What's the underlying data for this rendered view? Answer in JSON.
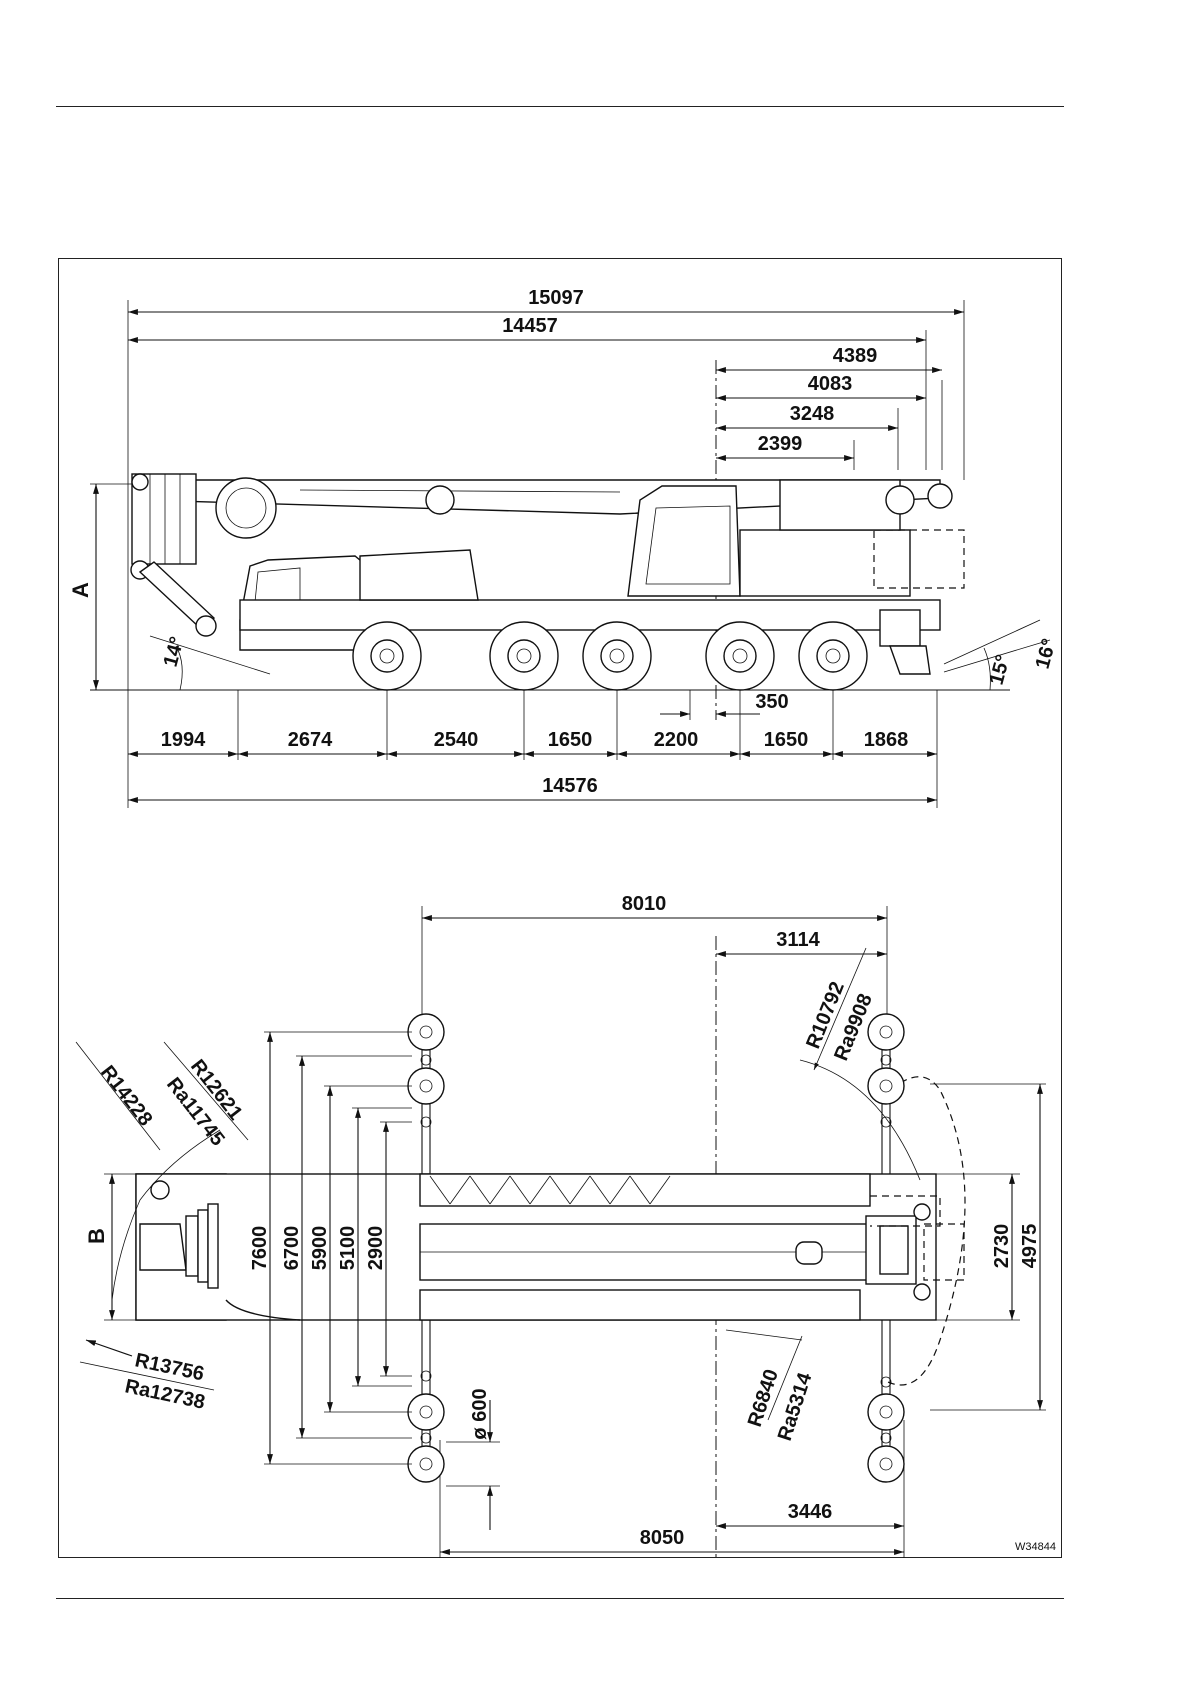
{
  "drawing_code": "W34844",
  "side_view": {
    "top_dims": [
      "15097",
      "14457",
      "4389",
      "4083",
      "3248",
      "2399"
    ],
    "height_label": "A",
    "angles": [
      "14°",
      "15°",
      "16°"
    ],
    "offset_dim": "350",
    "bottom_dims": [
      "1994",
      "2674",
      "2540",
      "1650",
      "2200",
      "1650",
      "1868"
    ],
    "overall_length": "14576"
  },
  "top_view": {
    "top_dims": [
      "8010",
      "3114"
    ],
    "width_label": "B",
    "radii": {
      "front_outer": "R14228",
      "front_mid_r": "R12621",
      "front_mid_ra": "Ra11745",
      "rear_r": "R10792",
      "rear_ra": "Ra9908",
      "front_low_r": "R13756",
      "front_low_ra": "Ra12738",
      "center_r": "R6840",
      "center_ra": "Ra5314"
    },
    "outrigger_widths": [
      "7600",
      "6700",
      "5900",
      "5100",
      "2900"
    ],
    "pad_diameter": "ø 600",
    "rear_widths": [
      "2730",
      "4975"
    ],
    "bottom_dims": [
      "3446",
      "8050"
    ]
  }
}
